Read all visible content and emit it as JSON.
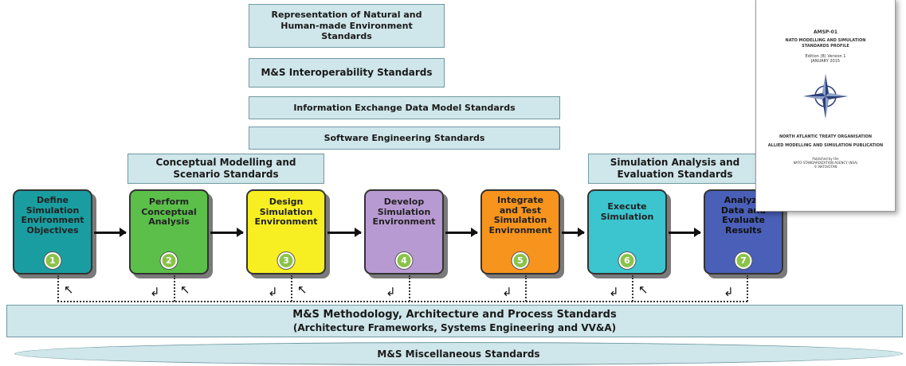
{
  "top_standards": [
    "Representation of Natural and\nHuman-made Environment\nStandards",
    "M&S Interoperability Standards",
    "Information Exchange Data Model Standards",
    "Software Engineering Standards"
  ],
  "side_standards": {
    "conceptual": "Conceptual Modelling and\nScenario Standards",
    "analysis": "Simulation Analysis and\nEvaluation Standards"
  },
  "steps": [
    {
      "label": "Define\nSimulation\nEnvironment\nObjectives",
      "number": "1",
      "color": "#1a9da0"
    },
    {
      "label": "Perform\nConceptual\nAnalysis",
      "number": "2",
      "color": "#5bbf4a"
    },
    {
      "label": "Design\nSimulation\nEnvironment",
      "number": "3",
      "color": "#f7ef22"
    },
    {
      "label": "Develop\nSimulation\nEnvironment",
      "number": "4",
      "color": "#b89ad2"
    },
    {
      "label": "Integrate\nand Test\nSimulation\nEnvironment",
      "number": "5",
      "color": "#f7941d"
    },
    {
      "label": "Execute\nSimulation",
      "number": "6",
      "color": "#3cc4cf"
    },
    {
      "label": "Analyze\nData and\nEvaluate\nResults",
      "number": "7",
      "color": "#4a5fb8"
    }
  ],
  "methodology": {
    "line1": "M&S Methodology, Architecture and Process Standards",
    "line2": "(Architecture Frameworks, Systems Engineering and VV&A)"
  },
  "misc": "M&S Miscellaneous Standards",
  "document": {
    "code": "AMSP-01",
    "title": "NATO MODELLING AND SIMULATION\nSTANDARDS PROFILE",
    "edition": "Edition (B) Version 1",
    "date": "JANUARY 2015",
    "org": "NORTH ATLANTIC TREATY ORGANISATION",
    "publication": "ALLIED MODELLING AND SIMULATION PUBLICATION",
    "footer": "Published by the\nNATO STANDARDIZATION AGENCY (NSA)\n© NATO/OTAN"
  }
}
